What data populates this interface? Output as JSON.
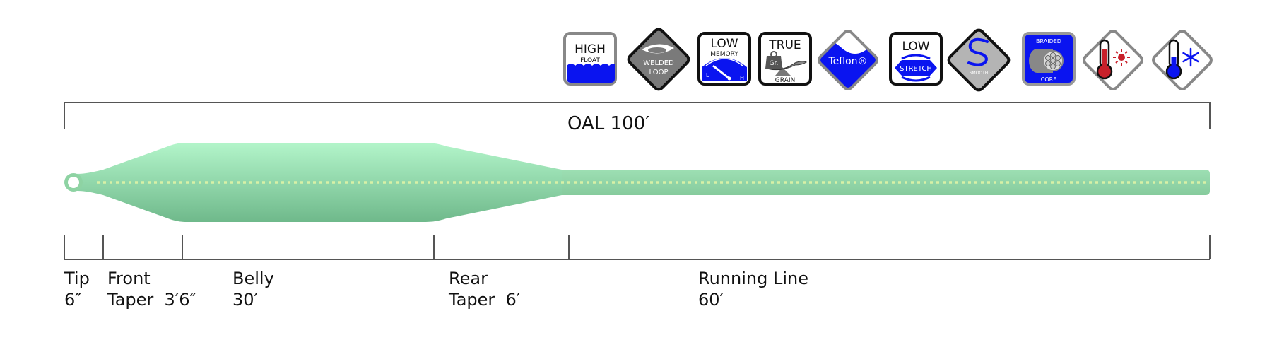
{
  "title": "Fly line taper profile",
  "overall_length": {
    "label": "OAL 100′",
    "value_ft": 100
  },
  "features": [
    {
      "id": "high-float",
      "lines": [
        "HIGH",
        "FLOAT"
      ],
      "shape": "square"
    },
    {
      "id": "welded-loop",
      "lines": [
        "WELDED",
        "LOOP"
      ],
      "shape": "diamond"
    },
    {
      "id": "low-memory",
      "lines": [
        "LOW",
        "MEMORY",
        "L",
        "H"
      ],
      "shape": "square"
    },
    {
      "id": "true-grain",
      "lines": [
        "TRUE",
        "Gr.",
        "GRAIN"
      ],
      "shape": "square"
    },
    {
      "id": "teflon",
      "lines": [
        "Teflon®"
      ],
      "shape": "diamond"
    },
    {
      "id": "low-stretch",
      "lines": [
        "LOW",
        "STRETCH"
      ],
      "shape": "square"
    },
    {
      "id": "smooth",
      "lines": [
        "SMOOTH"
      ],
      "shape": "diamond"
    },
    {
      "id": "braided-core",
      "lines": [
        "BRAIDED",
        "CORE"
      ],
      "shape": "square"
    },
    {
      "id": "hot-weather",
      "lines": [],
      "shape": "diamond"
    },
    {
      "id": "cold-weather",
      "lines": [],
      "shape": "diamond"
    }
  ],
  "sections": [
    {
      "name": "Tip",
      "line1": "Tip",
      "line2": "6″",
      "length_ft": 0.5
    },
    {
      "name": "Front Taper",
      "line1": "Front",
      "line2": "Taper  3′6″",
      "length_ft": 3.5
    },
    {
      "name": "Belly",
      "line1": "Belly",
      "line2": "30′",
      "length_ft": 30
    },
    {
      "name": "Rear Taper",
      "line1": "Rear",
      "line2": "Taper  6′",
      "length_ft": 6
    },
    {
      "name": "Running Line",
      "line1": "Running Line",
      "line2": "60′",
      "length_ft": 60
    }
  ],
  "colors": {
    "line_top": "#b3f5ca",
    "line_bottom": "#6fb98b",
    "core_dots": "#d8f0a6",
    "bracket": "#555555",
    "accent_blue": "#0a14f0",
    "hot_red": "#c8202a"
  }
}
